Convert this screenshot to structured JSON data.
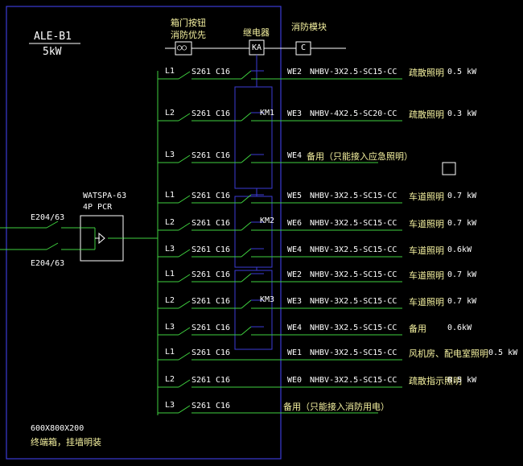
{
  "panel": {
    "name": "ALE-B1",
    "power": "5kW",
    "size": "600X800X200",
    "install_note": "终端箱，挂墙明装"
  },
  "top_controls": {
    "door_button": {
      "line1": "箱门按钮",
      "line2": "消防优先",
      "symbol": "○○"
    },
    "relay": {
      "label": "继电器",
      "symbol": "KA"
    },
    "fire_module": {
      "label": "消防模块",
      "symbol": "C"
    }
  },
  "incoming": {
    "breaker_top": "E204/63",
    "breaker_bottom": "E204/63",
    "ats_model": "WATSPA-63",
    "ats_type": "4P PCR"
  },
  "contactors": [
    "KM1",
    "KM2",
    "KM3"
  ],
  "circuits": [
    {
      "phase": "L1",
      "breaker": "S261",
      "rating": "C16",
      "id": "WE2",
      "cable": "NHBV-3X2.5-SC15-CC",
      "use": "疏散照明",
      "load": "0.5 kW"
    },
    {
      "phase": "L2",
      "breaker": "S261",
      "rating": "C16",
      "id": "WE3",
      "cable": "NHBV-4X2.5-SC20-CC",
      "use": "疏散照明",
      "load": "0.3 kW"
    },
    {
      "phase": "L3",
      "breaker": "S261",
      "rating": "C16",
      "id": "WE4",
      "cable": "",
      "use": "备用（只能接入应急照明）",
      "load": ""
    },
    {
      "phase": "L1",
      "breaker": "S261",
      "rating": "C16",
      "id": "WE5",
      "cable": "NHBV-3X2.5-SC15-CC",
      "use": "车道照明",
      "load": "0.7 kW"
    },
    {
      "phase": "L2",
      "breaker": "S261",
      "rating": "C16",
      "id": "WE6",
      "cable": "NHBV-3X2.5-SC15-CC",
      "use": "车道照明",
      "load": "0.7 kW"
    },
    {
      "phase": "L3",
      "breaker": "S261",
      "rating": "C16",
      "id": "WE4",
      "cable": "NHBV-3X2.5-SC15-CC",
      "use": "车道照明",
      "load": "0.6kW"
    },
    {
      "phase": "L1",
      "breaker": "S261",
      "rating": "C16",
      "id": "WE2",
      "cable": "NHBV-3X2.5-SC15-CC",
      "use": "车道照明",
      "load": "0.7 kW"
    },
    {
      "phase": "L2",
      "breaker": "S261",
      "rating": "C16",
      "id": "WE3",
      "cable": "NHBV-3X2.5-SC15-CC",
      "use": "车道照明",
      "load": "0.7 kW"
    },
    {
      "phase": "L3",
      "breaker": "S261",
      "rating": "C16",
      "id": "WE4",
      "cable": "NHBV-3X2.5-SC15-CC",
      "use": "备用",
      "load": "0.6kW"
    },
    {
      "phase": "L1",
      "breaker": "S261",
      "rating": "C16",
      "id": "WE1",
      "cable": "NHBV-3X2.5-SC15-CC",
      "use": "风机房、配电室照明",
      "load": "0.5 kW"
    },
    {
      "phase": "L2",
      "breaker": "S261",
      "rating": "C16",
      "id": "WE0",
      "cable": "NHBV-3X2.5-SC15-CC",
      "use": "疏散指示照明",
      "load": "0.5 kW"
    },
    {
      "phase": "L3",
      "breaker": "S261",
      "rating": "C16",
      "id": "",
      "cable": "",
      "use": "备用（只能接入消防用电）",
      "load": ""
    }
  ],
  "colors": {
    "background": "#000000",
    "frame": "#3b3bd6",
    "wire": "#3fd13f",
    "text": "#ffffff",
    "yellow_text": "#f7f3a1"
  }
}
